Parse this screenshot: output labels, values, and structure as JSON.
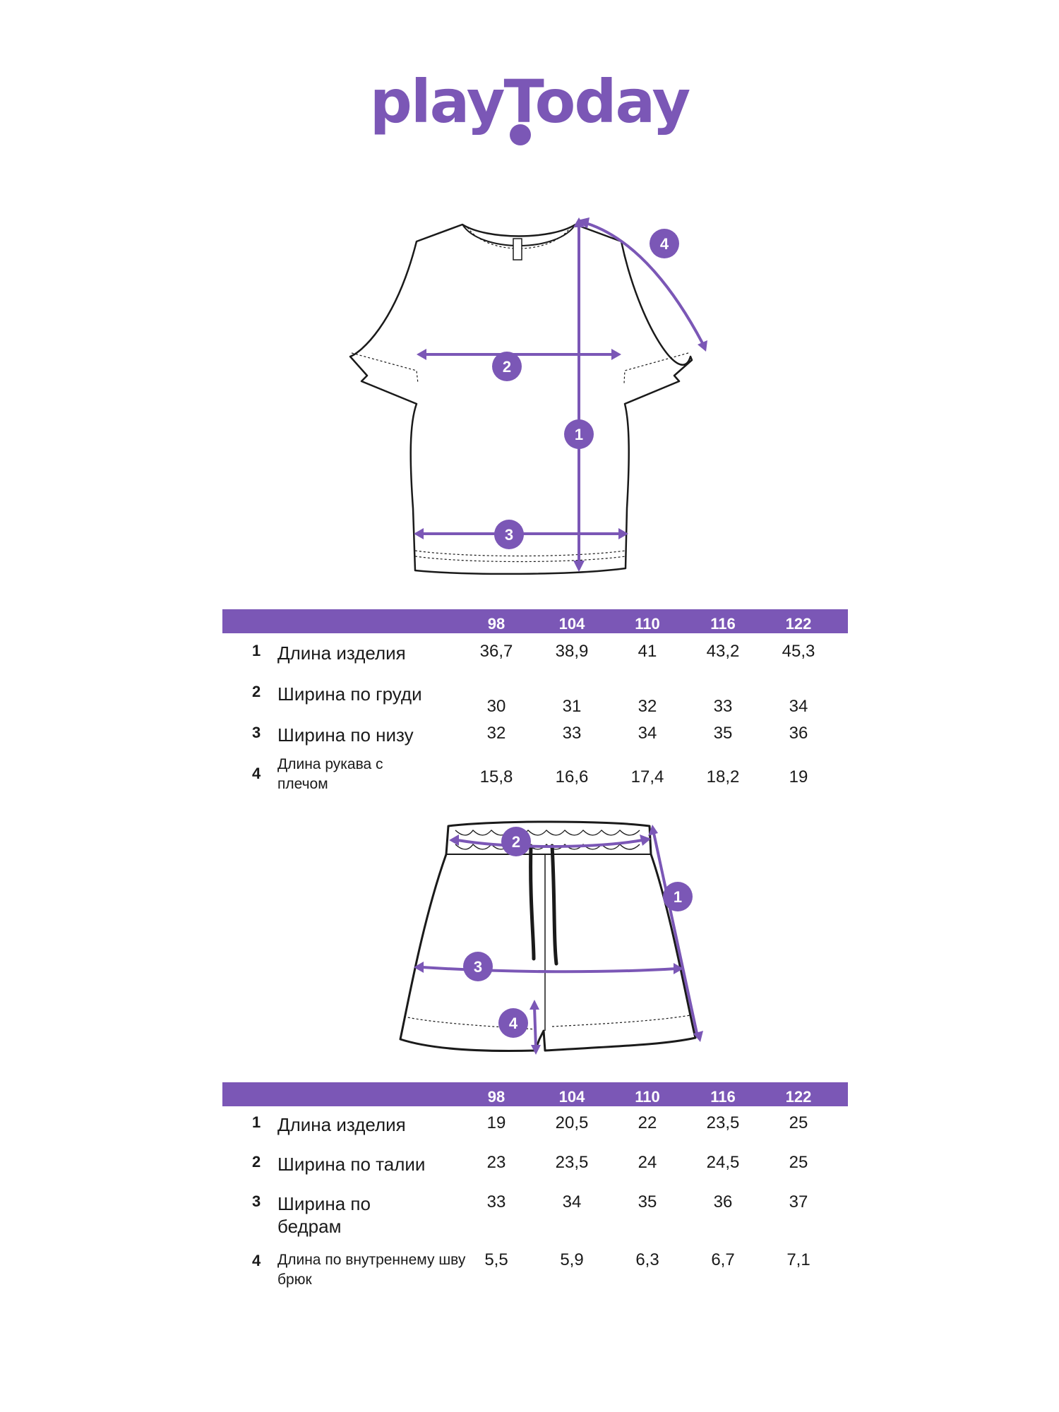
{
  "brand": {
    "logo_text": "playToday",
    "color": "#7b57b6"
  },
  "sizes": [
    "98",
    "104",
    "110",
    "116",
    "122"
  ],
  "tshirt": {
    "markers": [
      "1",
      "2",
      "3",
      "4"
    ],
    "rows": [
      {
        "num": "1",
        "label": "Длина изделия",
        "values": [
          "36,7",
          "38,9",
          "41",
          "43,2",
          "45,3"
        ]
      },
      {
        "num": "2",
        "label": "Ширина по груди",
        "values": [
          "30",
          "31",
          "32",
          "33",
          "34"
        ]
      },
      {
        "num": "3",
        "label": "Ширина по низу",
        "values": [
          "32",
          "33",
          "34",
          "35",
          "36"
        ]
      },
      {
        "num": "4",
        "label": "Длина рукава с плечом",
        "values": [
          "15,8",
          "16,6",
          "17,4",
          "18,2",
          "19"
        ]
      }
    ]
  },
  "shorts": {
    "markers": [
      "1",
      "2",
      "3",
      "4"
    ],
    "rows": [
      {
        "num": "1",
        "label": "Длина изделия",
        "values": [
          "19",
          "20,5",
          "22",
          "23,5",
          "25"
        ]
      },
      {
        "num": "2",
        "label": "Ширина по талии",
        "values": [
          "23",
          "23,5",
          "24",
          "24,5",
          "25"
        ]
      },
      {
        "num": "3",
        "label": "Ширина по бедрам",
        "values": [
          "33",
          "34",
          "35",
          "36",
          "37"
        ]
      },
      {
        "num": "4",
        "label": "Длина по внутреннему шву брюк",
        "values": [
          "5,5",
          "5,9",
          "6,3",
          "6,7",
          "7,1"
        ]
      }
    ]
  }
}
